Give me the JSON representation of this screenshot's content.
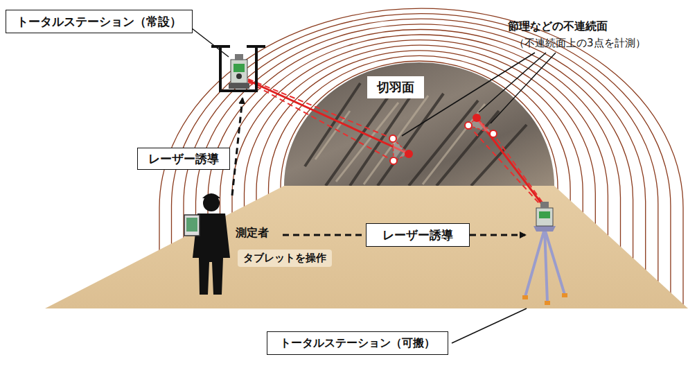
{
  "diagram": {
    "nodes": [
      {
        "text": [
          "トータルステーション（常設）"
        ]
      },
      {
        "text": [
          "切羽面"
        ]
      },
      {
        "text": [
          "レーザー誘導"
        ]
      },
      {
        "text": [
          "レーザー誘導"
        ]
      },
      {
        "text": [
          "トータルステーション（可搬）"
        ]
      }
    ],
    "labels": [
      "節理などの不連続面",
      "（不連続面上の3点を計測）",
      "測定者",
      "タブレットを操作"
    ]
  }
}
